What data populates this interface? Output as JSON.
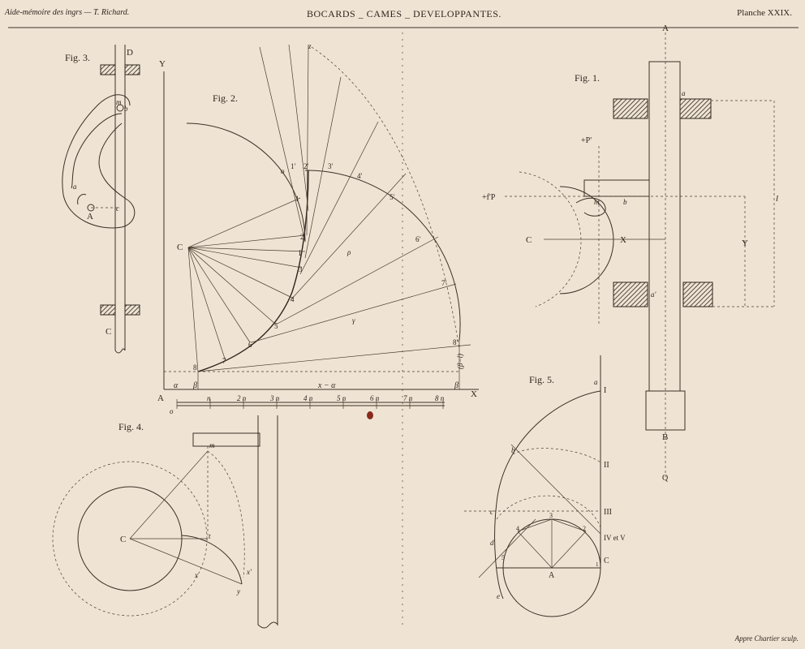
{
  "header": {
    "left": "Aide-mémoire des ingrs — T. Richard.",
    "center": "BOCARDS _ CAMES _ DEVELOPPANTES.",
    "right": "Planche XXIX."
  },
  "footer": {
    "engraver": "Appre Chartier sculp."
  },
  "figures": {
    "fig1": {
      "title": "Fig. 1.",
      "labels": [
        "A",
        "a",
        "+P'",
        "+f'P",
        "m",
        "b",
        "C",
        "X",
        "Y",
        "l",
        "a'",
        "B",
        "Q"
      ]
    },
    "fig2": {
      "title": "Fig. 2.",
      "axis_y": "Y",
      "axis_x": "X",
      "origin": "A",
      "center": "C",
      "alpha": "α",
      "beta": "β",
      "span": "x − α",
      "bracket": "(β−l)",
      "scale_zero": "o",
      "scale_ticks": [
        "n",
        "2 n",
        "3 n",
        "4 n",
        "5 n",
        "6 n",
        "7 n",
        "8 n"
      ],
      "involute_points": [
        "1",
        "2",
        "3",
        "4",
        "5",
        "6",
        "7",
        "8"
      ],
      "arc_points": [
        "1'",
        "2'",
        "3'",
        "4'",
        "5'",
        "6'",
        "7'",
        "8'"
      ],
      "extra": [
        "o",
        "z",
        "I",
        "ρ",
        "γ"
      ]
    },
    "fig3": {
      "title": "Fig. 3.",
      "labels": [
        "D",
        "m",
        "b",
        "a",
        "A",
        "c",
        "C"
      ]
    },
    "fig4": {
      "title": "Fig. 4.",
      "labels": [
        "m",
        "C",
        "t",
        "x",
        "x'",
        "y"
      ]
    },
    "fig5": {
      "title": "Fig. 5.",
      "labels": [
        "a",
        "I",
        "b",
        "II",
        "c",
        "III",
        "d",
        "IV et V",
        "e",
        "A",
        "C",
        "1",
        "2",
        "3",
        "4",
        "5"
      ]
    }
  }
}
